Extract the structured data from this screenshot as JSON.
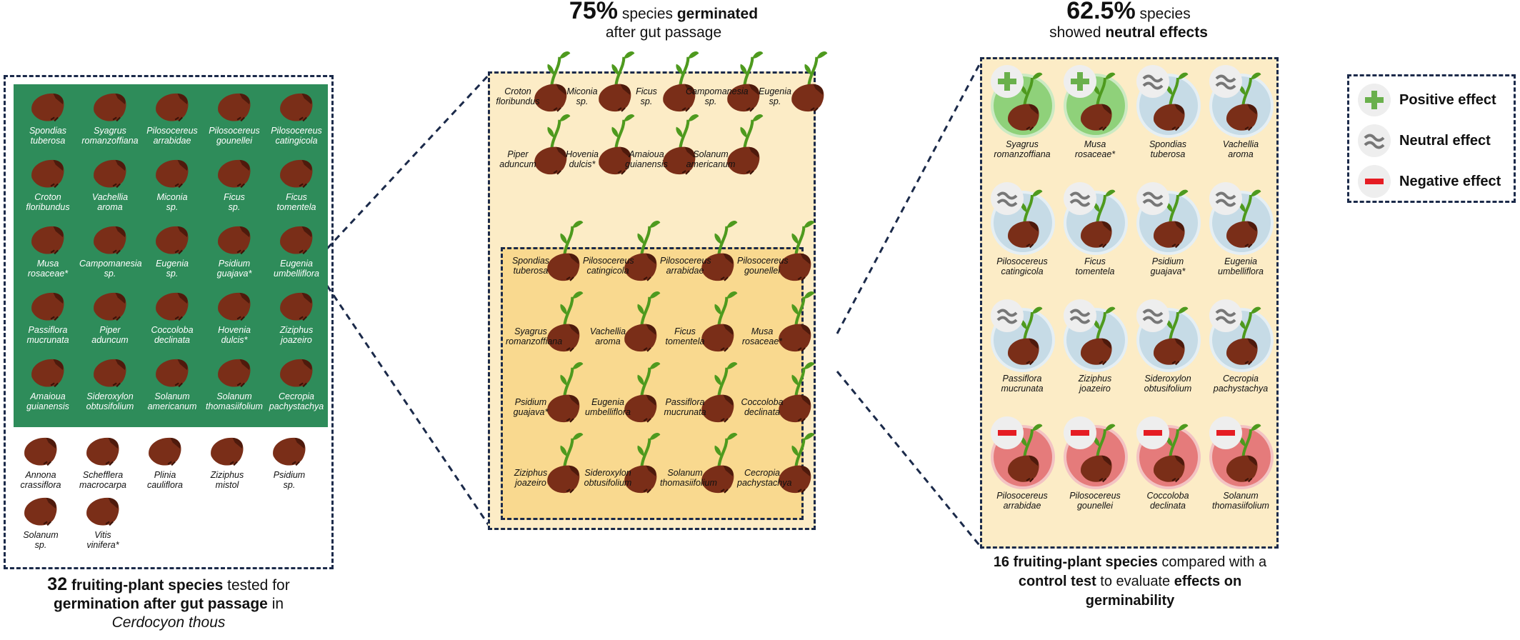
{
  "panel_a": {
    "tested": [
      "Spondias tuberosa",
      "Syagrus romanzoffiana",
      "Pilosocereus arrabidae",
      "Pilosocereus gounellei",
      "Pilosocereus catingicola",
      "Croton floribundus",
      "Vachellia aroma",
      "Miconia sp.",
      "Ficus sp.",
      "Ficus tomentela",
      "Musa rosaceae*",
      "Campomanesia sp.",
      "Eugenia sp.",
      "Psidium guajava*",
      "Eugenia umbelliflora",
      "Passiflora mucrunata",
      "Piper aduncum",
      "Coccoloba declinata",
      "Hovenia dulcis*",
      "Ziziphus joazeiro",
      "Amaioua guianensis",
      "Sideroxylon obtusifolium",
      "Solanum americanum",
      "Solanum thomasiifolium",
      "Cecropia pachystachya"
    ],
    "not_germinated": [
      "Annona crassiflora",
      "Schefflera macrocarpa",
      "Plinia cauliflora",
      "Ziziphus mistol",
      "Psidium sp.",
      "Solanum sp.",
      "Vitis vinifera*"
    ],
    "caption": {
      "count": "32",
      "text1": " fruiting-plant species",
      "text2": " tested for",
      "bold2": "germination after gut passage",
      "text3": " in",
      "species": "Cerdocyon thous"
    }
  },
  "panel_b": {
    "header": {
      "pct": "75%",
      "text1": " species ",
      "bold1": "germinated",
      "line2": "after gut passage"
    },
    "top": [
      "Croton floribundus",
      "Miconia sp.",
      "Ficus sp.",
      "Campomanesia sp.",
      "Eugenia sp.",
      "Piper aduncum",
      "Hovenia dulcis*",
      "Amaioua guianensis",
      "Solanum americanum"
    ],
    "inner": [
      "Spondias tuberosa",
      "Pilosocereus catingicola",
      "Pilosocereus arrabidae",
      "Pilosocereus gounellei",
      "Syagrus romanzoffiana",
      "Vachellia aroma",
      "Ficus tomentela",
      "Musa rosaceae*",
      "Psidium guajava*",
      "Eugenia umbelliflora",
      "Passiflora mucrunata",
      "Coccoloba declinata",
      "Ziziphus joazeiro",
      "Sideroxylon obtusifolium",
      "Solanum thomasiifolium",
      "Cecropia pachystachya"
    ]
  },
  "panel_c": {
    "header": {
      "pct": "62.5%",
      "text1": " species",
      "text2": "showed ",
      "bold2": "neutral effects"
    },
    "items": [
      {
        "name": "Syagrus romanzoffiana",
        "effect": "positive"
      },
      {
        "name": "Musa rosaceae*",
        "effect": "positive"
      },
      {
        "name": "Spondias tuberosa",
        "effect": "neutral"
      },
      {
        "name": "Vachellia aroma",
        "effect": "neutral"
      },
      {
        "name": "Pilosocereus catingicola",
        "effect": "neutral"
      },
      {
        "name": "Ficus tomentela",
        "effect": "neutral"
      },
      {
        "name": "Psidium guajava*",
        "effect": "neutral"
      },
      {
        "name": "Eugenia umbelliflora",
        "effect": "neutral"
      },
      {
        "name": "Passiflora mucrunata",
        "effect": "neutral"
      },
      {
        "name": "Ziziphus joazeiro",
        "effect": "neutral"
      },
      {
        "name": "Sideroxylon obtusifolium",
        "effect": "neutral"
      },
      {
        "name": "Cecropia pachystachya",
        "effect": "neutral"
      },
      {
        "name": "Pilosocereus arrabidae",
        "effect": "negative"
      },
      {
        "name": "Pilosocereus gounellei",
        "effect": "negative"
      },
      {
        "name": "Coccoloba declinata",
        "effect": "negative"
      },
      {
        "name": "Solanum thomasiifolium",
        "effect": "negative"
      }
    ],
    "caption": {
      "bold1": "16 fruiting-plant species",
      "text1": " compared with a",
      "bold2": "control test",
      "text2": " to evaluate ",
      "bold3": "effects on",
      "bold4": "germinability"
    }
  },
  "legend": {
    "positive": "Positive effect",
    "neutral": "Neutral effect",
    "negative": "Negative effect"
  },
  "colors": {
    "green_panel": "#2e8c5a",
    "beige_panel": "#fcecc6",
    "inner_panel": "#f9d98f",
    "seed": "#7a2e18",
    "sprout": "#4e9a1e",
    "positive": "#8fd17a",
    "neutral": "#c6dbe6",
    "negative": "#e57b7b",
    "border": "#1b2a4a"
  }
}
